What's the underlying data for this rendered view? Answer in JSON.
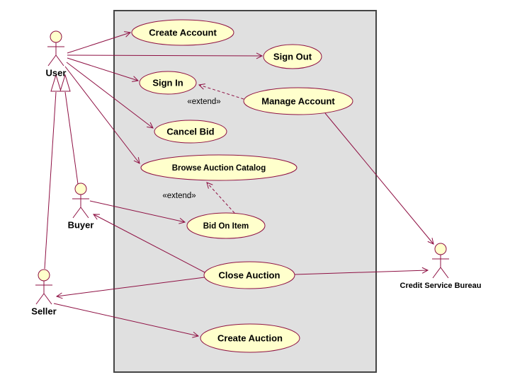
{
  "colors": {
    "line": "#8e1043",
    "node_fill": "#ffffcc",
    "boundary_fill": "#e0e0e0",
    "boundary_border": "#454545",
    "text": "#000000"
  },
  "actors": [
    {
      "id": "user",
      "label": "User"
    },
    {
      "id": "buyer",
      "label": "Buyer"
    },
    {
      "id": "seller",
      "label": "Seller"
    },
    {
      "id": "credit-service-bureau",
      "label": "Credit Service Bureau"
    }
  ],
  "use_cases": [
    {
      "id": "create-account",
      "label": "Create Account"
    },
    {
      "id": "sign-out",
      "label": "Sign Out"
    },
    {
      "id": "sign-in",
      "label": "Sign In"
    },
    {
      "id": "manage-account",
      "label": "Manage Account"
    },
    {
      "id": "cancel-bid",
      "label": "Cancel Bid"
    },
    {
      "id": "browse-auction-catalog",
      "label": "Browse Auction Catalog"
    },
    {
      "id": "bid-on-item",
      "label": "Bid On Item"
    },
    {
      "id": "close-auction",
      "label": "Close Auction"
    },
    {
      "id": "create-auction",
      "label": "Create Auction"
    }
  ],
  "stereotype_labels": [
    "«extend»",
    "«extend»"
  ],
  "relationships": [
    {
      "from": "user",
      "to": "create-account",
      "type": "association"
    },
    {
      "from": "user",
      "to": "sign-out",
      "type": "association"
    },
    {
      "from": "user",
      "to": "sign-in",
      "type": "association"
    },
    {
      "from": "user",
      "to": "cancel-bid",
      "type": "association"
    },
    {
      "from": "user",
      "to": "browse-auction-catalog",
      "type": "association"
    },
    {
      "from": "buyer",
      "to": "bid-on-item",
      "type": "association"
    },
    {
      "from": "close-auction",
      "to": "buyer",
      "type": "association"
    },
    {
      "from": "close-auction",
      "to": "seller",
      "type": "association"
    },
    {
      "from": "seller",
      "to": "create-auction",
      "type": "association"
    },
    {
      "from": "close-auction",
      "to": "credit-service-bureau",
      "type": "association"
    },
    {
      "from": "manage-account",
      "to": "credit-service-bureau",
      "type": "association"
    },
    {
      "from": "manage-account",
      "to": "sign-in",
      "type": "extend"
    },
    {
      "from": "bid-on-item",
      "to": "browse-auction-catalog",
      "type": "extend"
    },
    {
      "from": "buyer",
      "to": "user",
      "type": "generalization"
    },
    {
      "from": "seller",
      "to": "user",
      "type": "generalization"
    }
  ]
}
